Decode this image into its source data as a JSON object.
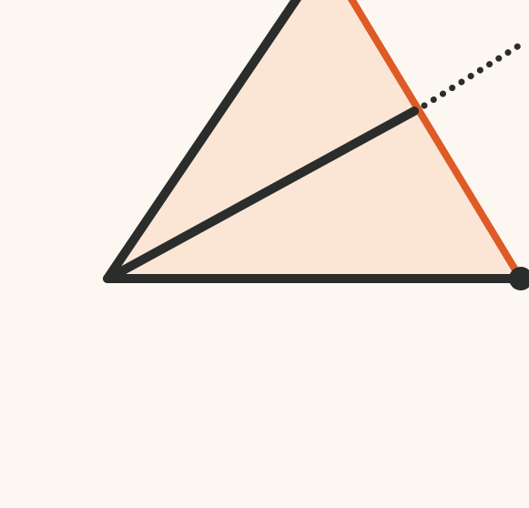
{
  "diagram": {
    "colors": {
      "background": "#fdf7f1",
      "triangle_fill": "#fbe6d6",
      "stroke": "#2a2d2b",
      "highlight_side": "#de5a26",
      "dotted_extension": "#2a2d2b",
      "vertex_dot": "#2a2d2b"
    },
    "elements": [
      "triangle",
      "orange-side",
      "inner-segment",
      "dotted-extension",
      "right-vertex-dot"
    ]
  }
}
